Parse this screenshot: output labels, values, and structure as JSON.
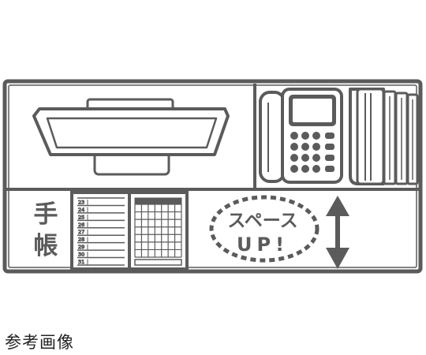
{
  "colors": {
    "stroke": "#5b5b5b",
    "background": "#ffffff",
    "caption": "#222222"
  },
  "label": {
    "char_1": "手",
    "char_2": "帳"
  },
  "bubble": {
    "line_1": "スペース",
    "line_2": "UP!"
  },
  "notebook": {
    "row_numbers": [
      "23",
      "24",
      "25",
      "26",
      "27",
      "28",
      "29",
      "30",
      "31"
    ]
  },
  "icons": [
    "monitor-icon",
    "desk-phone-icon",
    "binders-icon",
    "notebook-icon",
    "double-arrow-icon"
  ],
  "caption": "参考画像"
}
